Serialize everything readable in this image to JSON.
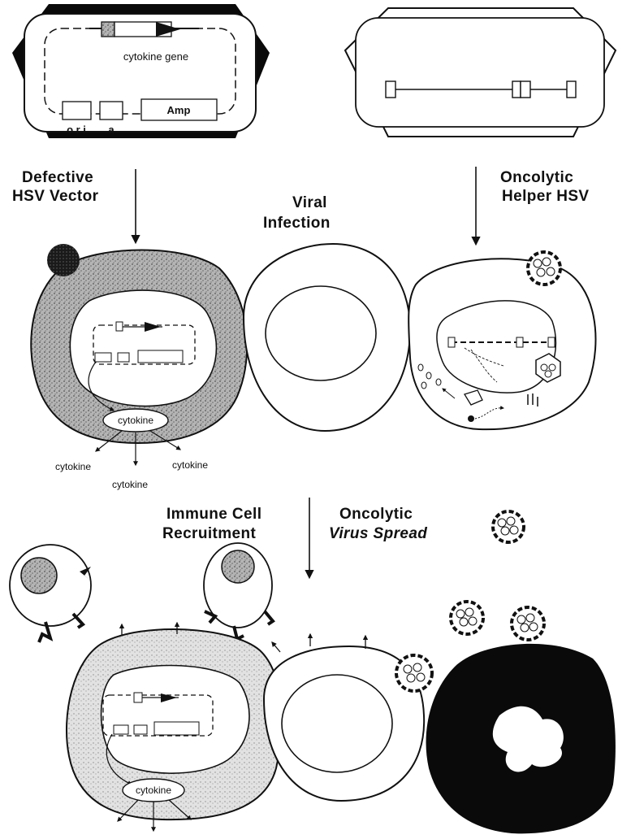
{
  "vector_particle": {
    "gene_label": "cytokine gene",
    "ori_label": "o r i",
    "a_label": "a",
    "amp_label": "Amp"
  },
  "labels": {
    "defective_line1": "Defective",
    "defective_line2": "HSV Vector",
    "viral_line1": "Viral",
    "viral_line2": "Infection",
    "oncolytic_line1": "Oncolytic",
    "oncolytic_line2": "Helper HSV",
    "immune_line1": "Immune Cell",
    "immune_line2": "Recruitment",
    "spread_line1": "Oncolytic",
    "spread_line2": "Virus  Spread"
  },
  "cytokine": {
    "center_label_top": "cytokine",
    "out_left": "cytokine",
    "out_center": "cytokine",
    "out_right": "cytokine",
    "center_label_bottom": "cytokine"
  },
  "colors": {
    "ink": "#111111",
    "stipple_dark": "#9a9a9a",
    "stipple_light": "#cfcfcf",
    "solid_black": "#0a0a0a"
  }
}
